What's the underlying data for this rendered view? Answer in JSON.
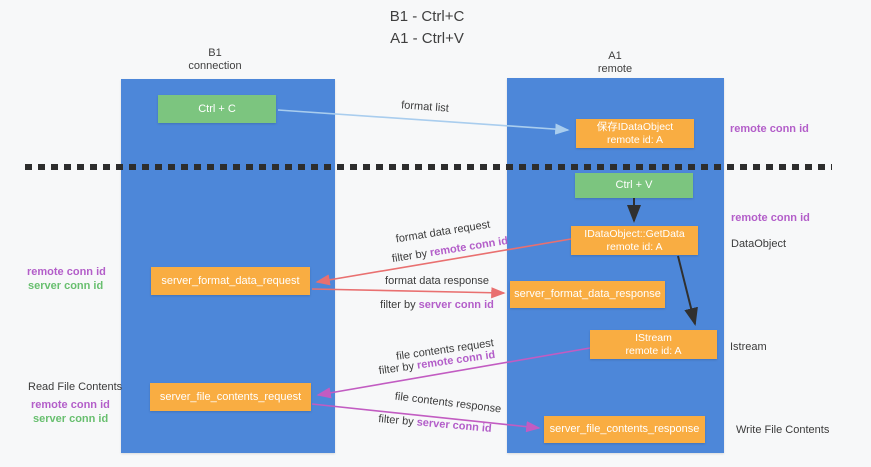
{
  "title": {
    "line1": "B1 - Ctrl+C",
    "line2": "A1 - Ctrl+V"
  },
  "columns": {
    "left": {
      "name": "B1",
      "subtitle": "connection"
    },
    "right": {
      "name": "A1",
      "subtitle": "remote"
    }
  },
  "nodes": {
    "ctrl_c": "Ctrl + C",
    "ctrl_v": "Ctrl + V",
    "save_dataobject": {
      "line1": "保存IDataObject",
      "line2": "remote id: A"
    },
    "getdata": {
      "line1": "IDataObject::GetData",
      "line2": "remote id: A"
    },
    "istream": {
      "line1": "IStream",
      "line2": "remote id: A"
    },
    "server_format_data_request": "server_format_data_request",
    "server_format_data_response": "server_format_data_response",
    "server_file_contents_request": "server_file_contents_request",
    "server_file_contents_response": "server_file_contents_response"
  },
  "edge_labels": {
    "format_list": "format list",
    "format_data_request": "format data request",
    "format_data_response": "format data response",
    "file_contents_request": "file contents request",
    "file_contents_response": "file contents response",
    "filter_by": "filter by ",
    "remote_conn_id": "remote conn id",
    "server_conn_id": "server conn id"
  },
  "side_labels": {
    "remote_conn_id": "remote conn id",
    "server_conn_id": "server conn id",
    "dataobject": "DataObject",
    "istream": "Istream",
    "read_file_contents": "Read File Contents",
    "write_file_contents": "Write File Contents"
  },
  "colors": {
    "lifeline_blue": "#4d87d9",
    "box_green": "#7cc57f",
    "box_orange": "#f9ad42",
    "arrow_light_blue": "#a9cdee",
    "arrow_black": "#303030",
    "arrow_salmon": "#e97070",
    "arrow_magenta": "#c25cc2",
    "text_purple": "#b35ec9",
    "text_green": "#68bf6f",
    "background": "#f7f8f9"
  }
}
